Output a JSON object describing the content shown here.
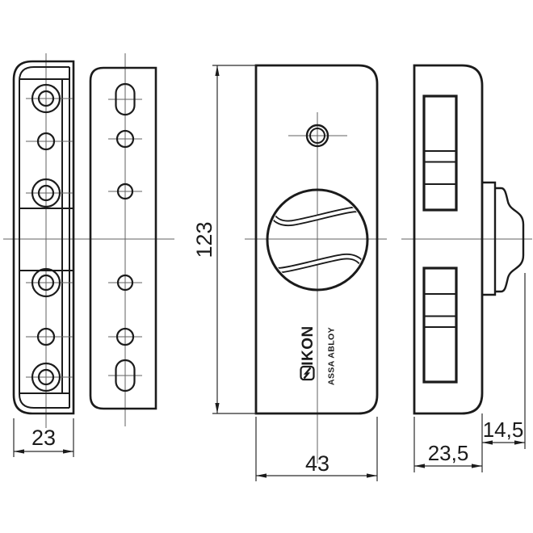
{
  "dimensions": {
    "plate_width": "23",
    "overall_height": "123",
    "faceplate_width": "43",
    "body_depth": "23,5",
    "knob_projection": "14,5"
  },
  "branding": {
    "logo": "IKON",
    "parent_brand": "ASSA ABLOY"
  },
  "colors": {
    "line": "#1b1b1b",
    "centerline": "#606060",
    "background": "#ffffff"
  }
}
